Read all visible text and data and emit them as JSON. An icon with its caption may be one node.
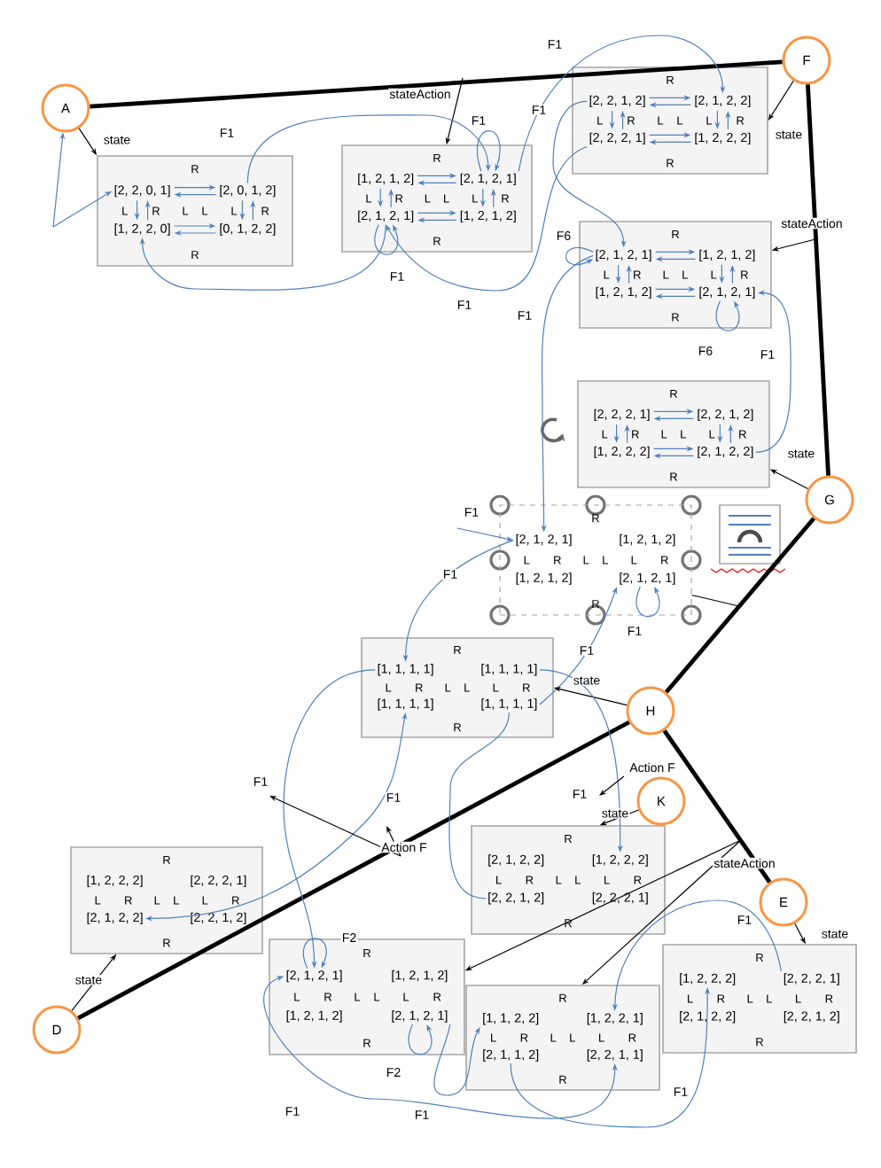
{
  "diagram": {
    "nodes": [
      {
        "text": [
          "A"
        ]
      },
      {
        "text": [
          "R",
          "L",
          "R",
          "L",
          "L",
          "L",
          "R",
          "R"
        ]
      },
      {
        "text": [
          "[2, 2, 0, 1]"
        ],
        "in": 1
      },
      {
        "text": [
          "[2, 0, 1, 2]"
        ],
        "in": 1
      },
      {
        "text": [
          "[1, 2, 2, 0]"
        ],
        "in": 1
      },
      {
        "text": [
          "[0, 1, 2, 2]"
        ],
        "in": 1
      },
      {
        "text": [
          "R",
          "L",
          "R",
          "L",
          "L",
          "L",
          "R",
          "R"
        ]
      },
      {
        "text": [
          "[1, 2, 1, 2]"
        ],
        "in": 6
      },
      {
        "text": [
          "[2, 1, 2, 1]"
        ],
        "in": 6
      },
      {
        "text": [
          "[2, 1, 2, 1]"
        ],
        "in": 6
      },
      {
        "text": [
          "[1, 2, 1, 2]"
        ],
        "in": 6
      },
      {
        "text": [
          "F"
        ]
      },
      {
        "text": [
          "R",
          "L",
          "R",
          "L",
          "L",
          "L",
          "R",
          "R"
        ]
      },
      {
        "text": [
          "[2, 2, 1, 2]"
        ],
        "in": 12
      },
      {
        "text": [
          "[2, 1, 2, 2]"
        ],
        "in": 12
      },
      {
        "text": [
          "[2, 2, 2, 1]"
        ],
        "in": 12
      },
      {
        "text": [
          "[1, 2, 2, 2]"
        ],
        "in": 12
      },
      {
        "text": [
          "R",
          "L",
          "R",
          "L",
          "L",
          "L",
          "R",
          "R"
        ]
      },
      {
        "text": [
          "[2, 1, 2, 1]"
        ],
        "in": 17
      },
      {
        "text": [
          "[1, 2, 1, 2]"
        ],
        "in": 17
      },
      {
        "text": [
          "[1, 2, 1, 2]"
        ],
        "in": 17
      },
      {
        "text": [
          "[2, 1, 2, 1]"
        ],
        "in": 17
      },
      {
        "text": [
          "R",
          "L",
          "R",
          "L",
          "L",
          "L",
          "R",
          "R"
        ]
      },
      {
        "text": [
          "[2, 2, 2, 1]"
        ],
        "in": 22
      },
      {
        "text": [
          "[2, 2, 1, 2]"
        ],
        "in": 22
      },
      {
        "text": [
          "[1, 2, 2, 2]"
        ],
        "in": 22
      },
      {
        "text": [
          "[2, 1, 2, 2]"
        ],
        "in": 22
      },
      {
        "text": [
          "G"
        ]
      },
      {
        "text": [
          "R",
          "L",
          "R",
          "L",
          "L",
          "L",
          "R",
          "R"
        ]
      },
      {
        "text": [
          "[2, 1, 2, 1]"
        ],
        "in": 28
      },
      {
        "text": [
          "[1, 2, 1, 2]"
        ],
        "in": 28
      },
      {
        "text": [
          "[1, 2, 1, 2]"
        ],
        "in": 28
      },
      {
        "text": [
          "[2, 1, 2, 1]"
        ],
        "in": 28
      },
      {
        "text": [
          "H"
        ]
      },
      {
        "text": [
          "R",
          "L",
          "R",
          "L",
          "L",
          "L",
          "R",
          "R"
        ]
      },
      {
        "text": [
          "[1, 1, 1, 1]"
        ],
        "in": 34
      },
      {
        "text": [
          "[1, 1, 1, 1]"
        ],
        "in": 34
      },
      {
        "text": [
          "[1, 1, 1, 1]"
        ],
        "in": 34
      },
      {
        "text": [
          "[1, 1, 1, 1]"
        ],
        "in": 34
      },
      {
        "text": [
          "K"
        ]
      },
      {
        "text": [
          "R",
          "L",
          "R",
          "L",
          "L",
          "L",
          "R",
          "R"
        ]
      },
      {
        "text": [
          "[1, 2, 2, 2]"
        ],
        "in": 40
      },
      {
        "text": [
          "[2, 2, 2, 1]"
        ],
        "in": 40
      },
      {
        "text": [
          "[2, 1, 2, 2]"
        ],
        "in": 40
      },
      {
        "text": [
          "[2, 2, 1, 2]"
        ],
        "in": 40
      },
      {
        "text": [
          "R",
          "L",
          "R",
          "L",
          "L",
          "L",
          "R",
          "R"
        ]
      },
      {
        "text": [
          "[2, 1, 2, 2]"
        ],
        "in": 45
      },
      {
        "text": [
          "[1, 2, 2, 2]"
        ],
        "in": 45
      },
      {
        "text": [
          "[2, 2, 1, 2]"
        ],
        "in": 45
      },
      {
        "text": [
          "[2, 2, 2, 1]"
        ],
        "in": 45
      },
      {
        "text": [
          "E"
        ]
      },
      {
        "text": [
          "R",
          "L",
          "R",
          "L",
          "L",
          "L",
          "R",
          "R"
        ]
      },
      {
        "text": [
          "[2, 1, 2, 1]"
        ],
        "in": 51
      },
      {
        "text": [
          "[1, 2, 1, 2]"
        ],
        "in": 51
      },
      {
        "text": [
          "[1, 2, 1, 2]"
        ],
        "in": 51
      },
      {
        "text": [
          "[2, 1, 2, 1]"
        ],
        "in": 51
      },
      {
        "text": [
          "R",
          "L",
          "R",
          "L",
          "L",
          "L",
          "R",
          "R"
        ]
      },
      {
        "text": [
          "[1, 1, 2, 2]"
        ],
        "in": 56
      },
      {
        "text": [
          "[1, 2, 2, 1]"
        ],
        "in": 56
      },
      {
        "text": [
          "[2, 1, 1, 2]"
        ],
        "in": 56
      },
      {
        "text": [
          "[2, 2, 1, 1]"
        ],
        "in": 56
      },
      {
        "text": [
          "R",
          "L",
          "R",
          "L",
          "L",
          "L",
          "R",
          "R"
        ]
      },
      {
        "text": [
          "[1, 2, 2, 2]"
        ],
        "in": 61
      },
      {
        "text": [
          "[2, 2, 2, 1]"
        ],
        "in": 61
      },
      {
        "text": [
          "[2, 1, 2, 2]"
        ],
        "in": 61
      },
      {
        "text": [
          "[2, 2, 1, 2]"
        ],
        "in": 61
      },
      {
        "text": [
          "D"
        ]
      }
    ],
    "edges": [
      {
        "from": 0,
        "to": 11,
        "arrow": "none",
        "style": "thick",
        "color": "#000000"
      },
      {
        "from": null,
        "to": 6,
        "arrow": "to",
        "label": "stateAction",
        "color": "#000000"
      },
      {
        "from": 0,
        "to": 1,
        "arrow": "to",
        "label": "state",
        "color": "#000000"
      },
      {
        "from": null,
        "to": 0,
        "arrow": "to"
      },
      {
        "from": null,
        "to": 2,
        "arrow": "to"
      },
      {
        "from": 3,
        "to": 8,
        "arrow": "to",
        "label": "F1"
      },
      {
        "from": 9,
        "to": 4,
        "arrow": "to"
      },
      {
        "from": 9,
        "to": 9,
        "arrow": "to",
        "label": "F1"
      },
      {
        "from": 15,
        "to": 9,
        "arrow": "to",
        "label": "F1"
      },
      {
        "from": 8,
        "to": 8,
        "arrow": "to",
        "label": "F1"
      },
      {
        "from": 8,
        "to": 14,
        "arrow": "to",
        "label": "F1"
      },
      {
        "from": 11,
        "to": 12,
        "arrow": "to",
        "label": "state",
        "color": "#000000"
      },
      {
        "from": 11,
        "to": 27,
        "arrow": "none",
        "style": "thick",
        "color": "#000000"
      },
      {
        "from": null,
        "to": 17,
        "arrow": "to",
        "label": "stateAction",
        "color": "#000000"
      },
      {
        "from": 13,
        "to": 18,
        "arrow": "to",
        "label": "F1"
      },
      {
        "from": 18,
        "to": 18,
        "arrow": "to",
        "label": "F6"
      },
      {
        "from": 21,
        "to": 21,
        "arrow": "to",
        "label": "F6"
      },
      {
        "from": 26,
        "to": 21,
        "arrow": "to",
        "label": "F1"
      },
      {
        "from": 27,
        "to": 22,
        "arrow": "to",
        "label": "state",
        "color": "#000000"
      },
      {
        "from": 27,
        "to": 33,
        "arrow": "none",
        "style": "thick",
        "color": "#000000"
      },
      {
        "from": 28,
        "to": null,
        "arrow": "none",
        "color": "#000000"
      },
      {
        "from": 18,
        "to": 29,
        "arrow": "to",
        "label": "F1"
      },
      {
        "from": null,
        "to": 29,
        "arrow": "to",
        "label": "F1"
      },
      {
        "from": 29,
        "to": 35,
        "arrow": "to",
        "label": "F1"
      },
      {
        "from": 32,
        "to": 32,
        "arrow": "to",
        "label": "F1"
      },
      {
        "from": 38,
        "to": 32,
        "arrow": "to",
        "label": "F1"
      },
      {
        "from": 33,
        "to": 66,
        "arrow": "none",
        "style": "thick",
        "color": "#000000"
      },
      {
        "from": 33,
        "to": 34,
        "arrow": "to",
        "label": "state",
        "color": "#000000"
      },
      {
        "from": 36,
        "to": 47,
        "arrow": "to",
        "label": "F1"
      },
      {
        "from": 35,
        "to": 52,
        "arrow": "to",
        "label": "F1"
      },
      {
        "from": 37,
        "to": 43,
        "arrow": "both",
        "label": "F1"
      },
      {
        "from": 48,
        "to": 38,
        "arrow": "none"
      },
      {
        "from": 39,
        "to": 45,
        "arrow": "to",
        "label": "state",
        "color": "#000000"
      },
      {
        "from": 33,
        "to": 50,
        "arrow": "none",
        "style": "thick",
        "color": "#000000"
      },
      {
        "from": null,
        "to": 51,
        "arrow": "to",
        "label": "stateAction",
        "color": "#000000"
      },
      {
        "from": null,
        "to": 56,
        "arrow": "to",
        "color": "#000000"
      },
      {
        "from": 50,
        "to": 61,
        "arrow": "to",
        "label": "state",
        "color": "#000000"
      },
      {
        "from": 66,
        "to": 40,
        "arrow": "to",
        "label": "state",
        "color": "#000000"
      },
      {
        "from": 52,
        "to": 52,
        "arrow": "to",
        "label": "F2"
      },
      {
        "from": 55,
        "to": 55,
        "arrow": "to",
        "label": "F2"
      },
      {
        "from": 52,
        "to": 60,
        "arrow": "both",
        "label": "F1"
      },
      {
        "from": 55,
        "to": 57,
        "arrow": "to",
        "label": "F1"
      },
      {
        "from": 59,
        "to": 62,
        "arrow": "to",
        "label": "F1"
      },
      {
        "from": 63,
        "to": 58,
        "arrow": "to",
        "label": "F1"
      },
      {
        "from": 2,
        "to": 3,
        "arrow": "to"
      },
      {
        "from": 3,
        "to": 2,
        "arrow": "to"
      },
      {
        "from": 4,
        "to": 5,
        "arrow": "to"
      },
      {
        "from": 5,
        "to": 4,
        "arrow": "to"
      },
      {
        "from": 2,
        "to": 4,
        "arrow": "to"
      },
      {
        "from": 4,
        "to": 2,
        "arrow": "to"
      },
      {
        "from": 3,
        "to": 5,
        "arrow": "to"
      },
      {
        "from": 5,
        "to": 3,
        "arrow": "to"
      },
      {
        "from": 7,
        "to": 8,
        "arrow": "to"
      },
      {
        "from": 8,
        "to": 7,
        "arrow": "to"
      },
      {
        "from": 9,
        "to": 10,
        "arrow": "to"
      },
      {
        "from": 10,
        "to": 9,
        "arrow": "to"
      },
      {
        "from": 7,
        "to": 9,
        "arrow": "to"
      },
      {
        "from": 9,
        "to": 7,
        "arrow": "to"
      },
      {
        "from": 8,
        "to": 10,
        "arrow": "to"
      },
      {
        "from": 10,
        "to": 8,
        "arrow": "to"
      },
      {
        "from": 13,
        "to": 14,
        "arrow": "to"
      },
      {
        "from": 14,
        "to": 13,
        "arrow": "to"
      },
      {
        "from": 15,
        "to": 16,
        "arrow": "to"
      },
      {
        "from": 16,
        "to": 15,
        "arrow": "to"
      },
      {
        "from": 13,
        "to": 15,
        "arrow": "to"
      },
      {
        "from": 15,
        "to": 13,
        "arrow": "to"
      },
      {
        "from": 14,
        "to": 16,
        "arrow": "to"
      },
      {
        "from": 16,
        "to": 14,
        "arrow": "to"
      },
      {
        "from": 18,
        "to": 19,
        "arrow": "to"
      },
      {
        "from": 19,
        "to": 18,
        "arrow": "to"
      },
      {
        "from": 20,
        "to": 21,
        "arrow": "to"
      },
      {
        "from": 21,
        "to": 20,
        "arrow": "to"
      },
      {
        "from": 18,
        "to": 20,
        "arrow": "to"
      },
      {
        "from": 20,
        "to": 18,
        "arrow": "to"
      },
      {
        "from": 19,
        "to": 21,
        "arrow": "to"
      },
      {
        "from": 21,
        "to": 19,
        "arrow": "to"
      },
      {
        "from": 23,
        "to": 24,
        "arrow": "to"
      },
      {
        "from": 24,
        "to": 23,
        "arrow": "to"
      },
      {
        "from": 25,
        "to": 26,
        "arrow": "to"
      },
      {
        "from": 26,
        "to": 25,
        "arrow": "to"
      },
      {
        "from": 23,
        "to": 25,
        "arrow": "to"
      },
      {
        "from": 25,
        "to": 23,
        "arrow": "to"
      },
      {
        "from": 24,
        "to": 26,
        "arrow": "to"
      },
      {
        "from": 26,
        "to": 24,
        "arrow": "to"
      }
    ],
    "labels": [
      "Action F",
      "Action F"
    ]
  }
}
